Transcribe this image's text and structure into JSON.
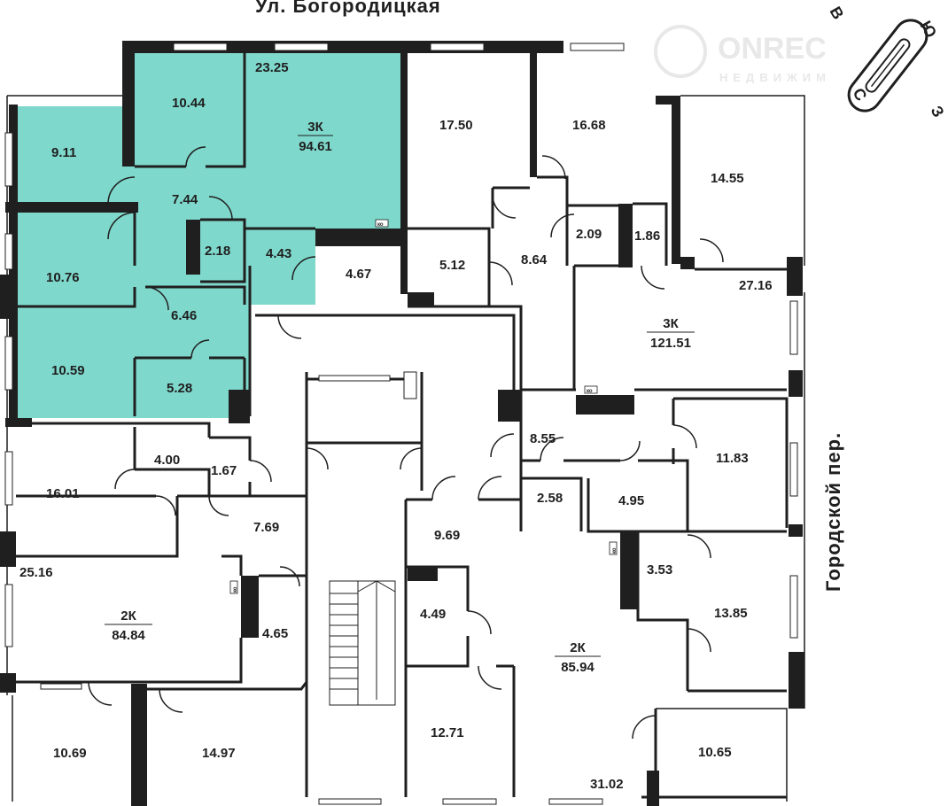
{
  "streets": {
    "top": "Ул. Богородицкая",
    "right": "Городской пер."
  },
  "watermark": {
    "brand": "ONREC",
    "sub": "НЕДВИЖИМ"
  },
  "compass": {
    "north": "С",
    "south": "Ю",
    "east": "В",
    "west": "З"
  },
  "colors": {
    "highlight": "#7fd8cc",
    "wall": "#1f1f1f",
    "background": "#ffffff"
  },
  "highlighted_apartment": {
    "type": "3К",
    "area": "94.61",
    "rooms": [
      "23.25",
      "10.44",
      "9.11",
      "7.44",
      "2.18",
      "4.43",
      "4.67",
      "10.76",
      "6.46",
      "10.59",
      "5.28"
    ]
  },
  "apartments": [
    {
      "type": "3К",
      "area": "121.51",
      "rooms": [
        "17.50",
        "16.68",
        "14.55",
        "5.12",
        "8.64",
        "2.09",
        "1.86",
        "27.16",
        "8.55",
        "11.83",
        "2.58",
        "4.95"
      ]
    },
    {
      "type": "2К",
      "area": "84.84",
      "rooms": [
        "16.01",
        "4.00",
        "1.67",
        "7.69",
        "25.16",
        "4.65",
        "10.69",
        "14.97"
      ]
    },
    {
      "type": "2К",
      "area": "85.94",
      "rooms": [
        "9.69",
        "4.49",
        "3.53",
        "13.85",
        "12.71",
        "10.65",
        "31.02"
      ]
    }
  ],
  "ko_marks": [
    "ко",
    "ко",
    "ко",
    "ко"
  ]
}
